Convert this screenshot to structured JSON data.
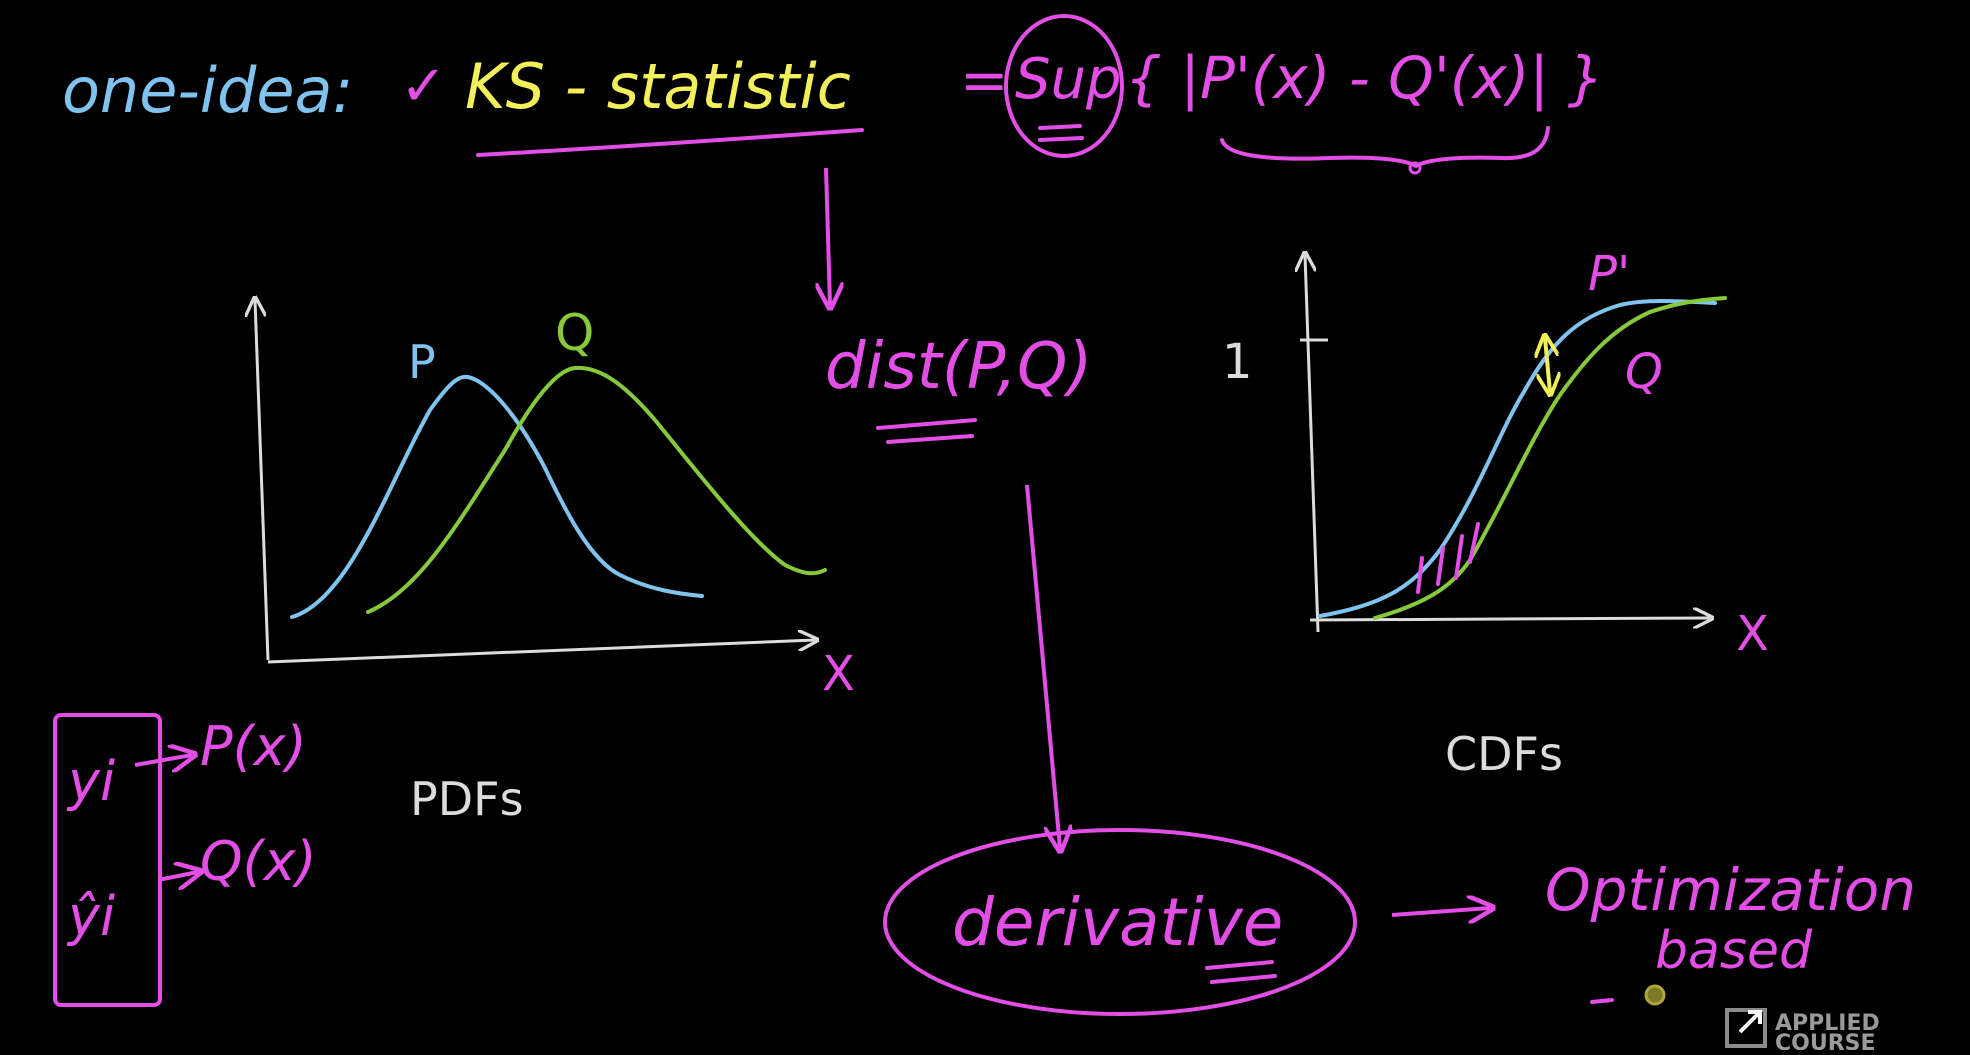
{
  "colors": {
    "background": "#000000",
    "blue": "#7fc3ee",
    "yellow": "#f3ef5a",
    "magenta": "#e24ee6",
    "green": "#86c93b",
    "white": "#dcdcdc"
  },
  "header": {
    "one_idea": "one-idea:",
    "check": "✓",
    "ks_statistic": "KS - statistic",
    "equals": "=",
    "sup": "Sup",
    "formula": "{ |P'(x) - Q'(x)| }"
  },
  "center": {
    "dist": "dist(P,Q)",
    "derivative": "derivative",
    "optimization": "Optimization",
    "based": "based"
  },
  "pdf_plot": {
    "p_label": "P",
    "q_label": "Q",
    "x_label": "X",
    "caption": "PDFs"
  },
  "cdf_plot": {
    "one_label": "1",
    "p_label": "P'",
    "q_label": "Q",
    "x_label": "X",
    "caption": "CDFs"
  },
  "mapping": {
    "y_i": "yi",
    "y_hat_i": "ŷi",
    "p_x": "P(x)",
    "q_x": "Q(x)"
  },
  "watermark": {
    "line1": "APPLIED",
    "line2": "COURSE"
  }
}
